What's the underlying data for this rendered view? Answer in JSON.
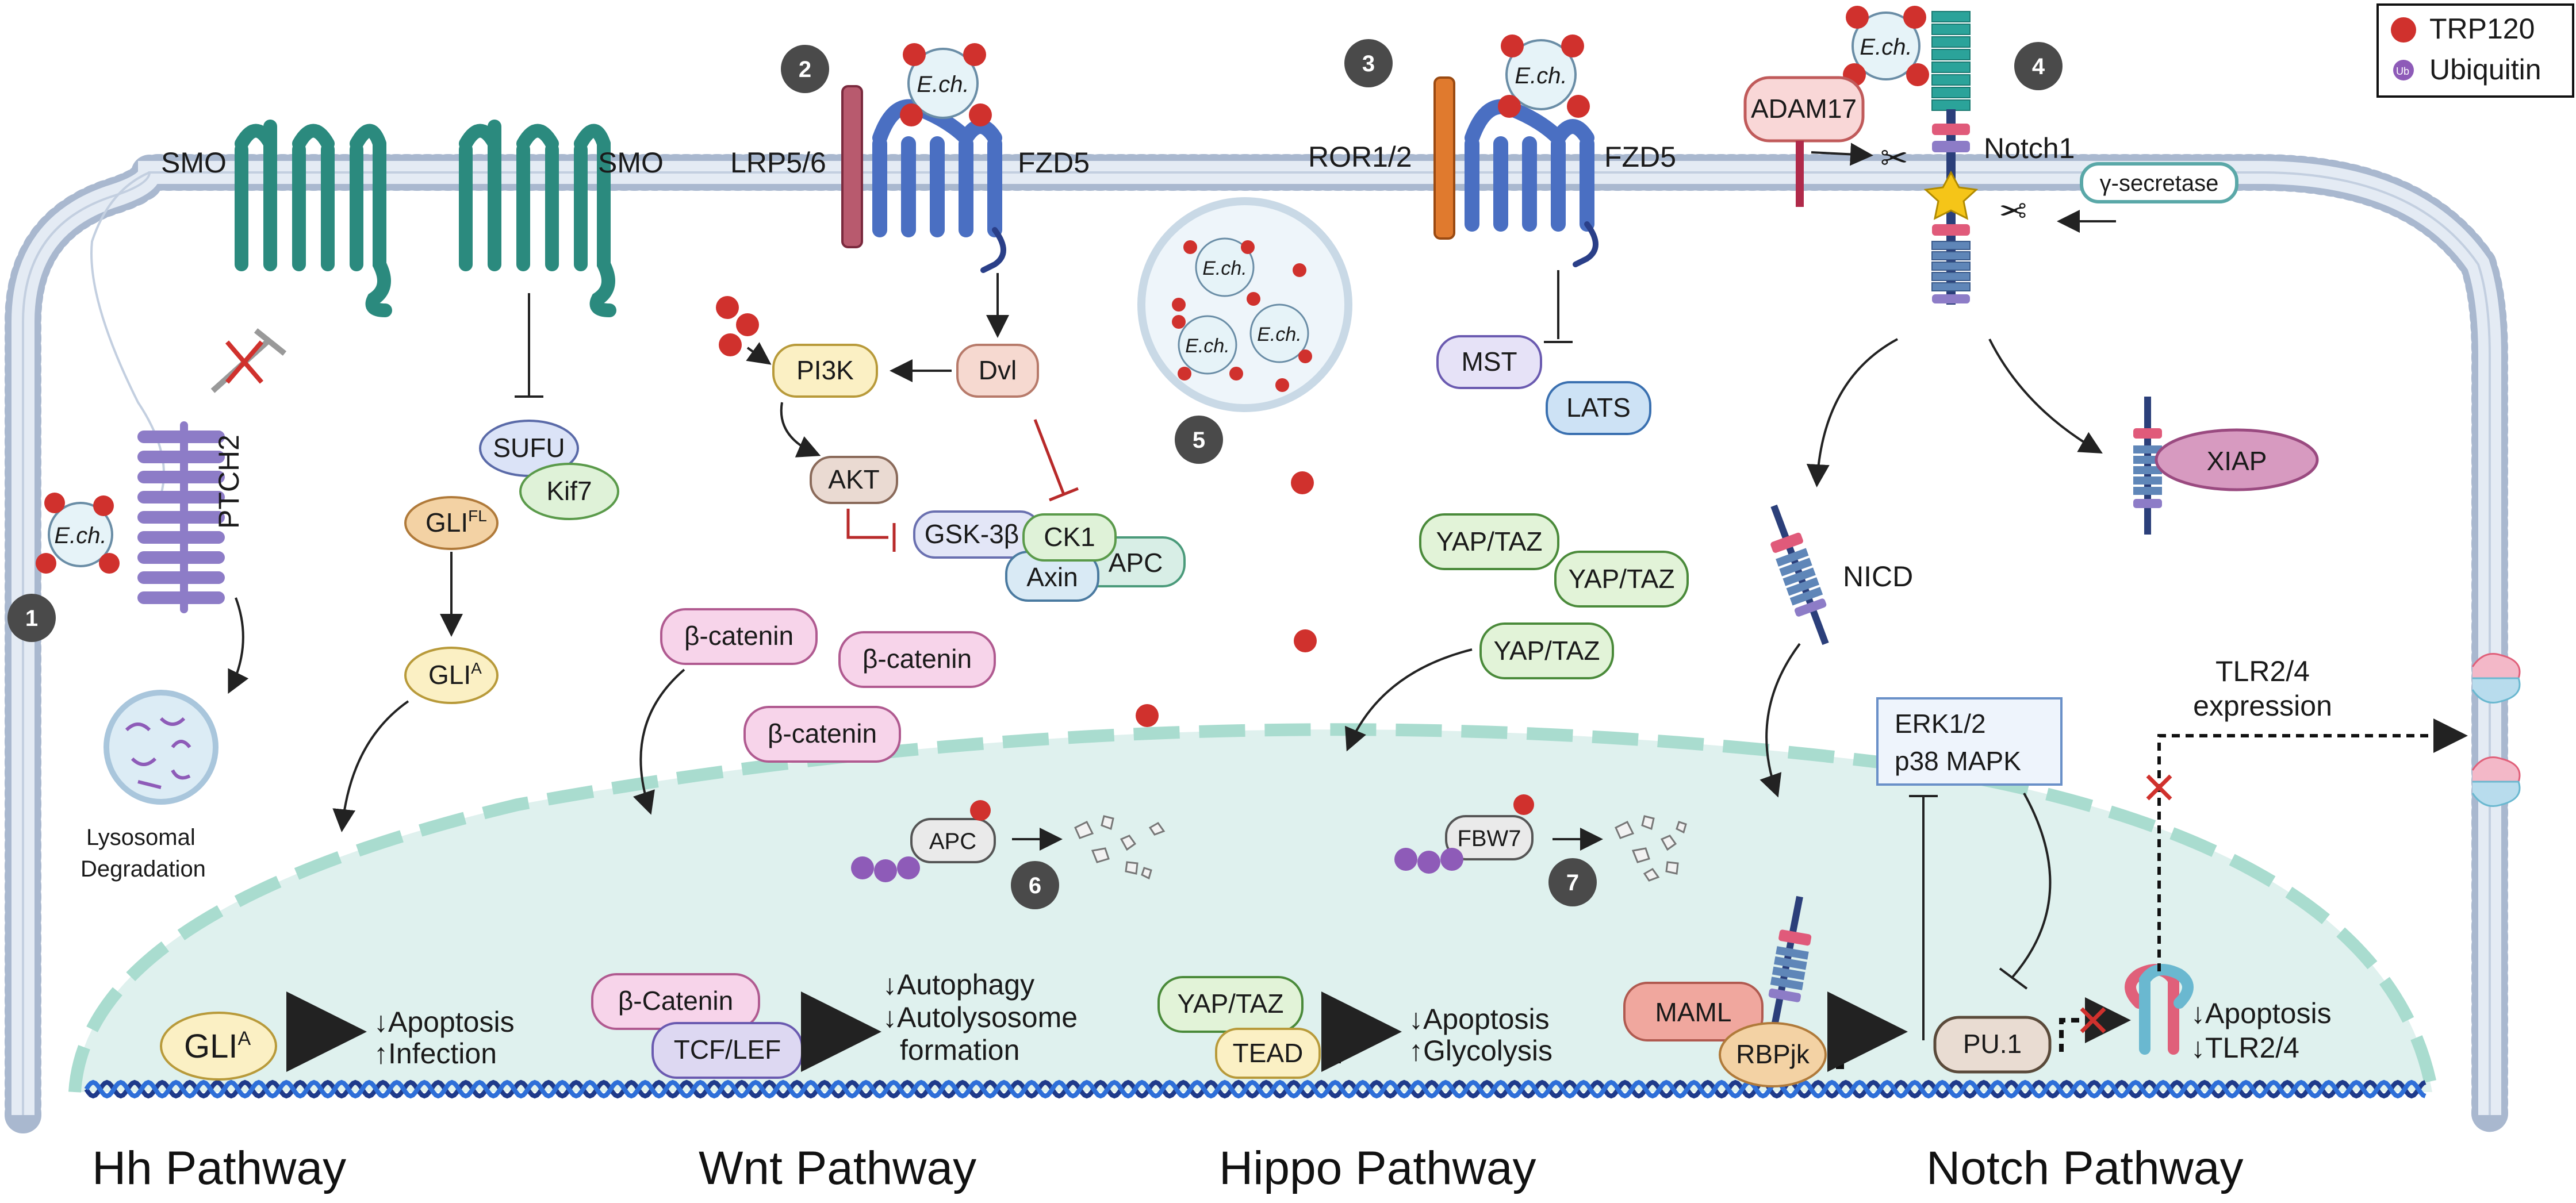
{
  "legend": {
    "trp120": "TRP120",
    "ubiquitin": "Ubiquitin",
    "ub_short": "Ub",
    "trp120_color": "#d0312d",
    "ubiquitin_color": "#8e5bb8"
  },
  "pathways": {
    "hh": "Hh Pathway",
    "wnt": "Wnt Pathway",
    "hippo": "Hippo Pathway",
    "notch": "Notch Pathway"
  },
  "steps": [
    "1",
    "2",
    "3",
    "4",
    "5",
    "6",
    "7"
  ],
  "pathogen": "E.ch.",
  "hh": {
    "smo": "SMO",
    "ptch2": "PTCH2",
    "sufu": "SUFU",
    "kif7": "Kif7",
    "gli_base": "GLI",
    "gli_fl_sup": "FL",
    "gli_a_sup": "A",
    "lysosomal": "Lysosomal",
    "degradation": "Degradation",
    "out_line1": "↓Apoptosis",
    "out_line2": "↑Infection"
  },
  "wnt": {
    "lrp": "LRP5/6",
    "fzd": "FZD5",
    "dvl": "Dvl",
    "pi3k": "PI3K",
    "akt": "AKT",
    "gsk": "GSK-3β",
    "ck1": "CK1",
    "axin": "Axin",
    "apc": "APC",
    "bcat": "β-catenin",
    "bcat_nuc": "β-Catenin",
    "tcf": "TCF/LEF",
    "out_line1": "↓Autophagy",
    "out_line2": "↓Autolysosome",
    "out_line3": "formation"
  },
  "hippo": {
    "ror": "ROR1/2",
    "fzd": "FZD5",
    "mst": "MST",
    "lats": "LATS",
    "yap": "YAP/TAZ",
    "tead": "TEAD",
    "fbw7": "FBW7",
    "out_line1": "↓Apoptosis",
    "out_line2": "↑Glycolysis"
  },
  "notch": {
    "adam17": "ADAM17",
    "notch1": "Notch1",
    "gamma": "γ-secretase",
    "xiap": "XIAP",
    "nicd": "NICD",
    "erk": "ERK1/2",
    "p38": "p38 MAPK",
    "maml": "MAML",
    "rbpjk": "RBPjk",
    "pu1": "PU.1",
    "tlr_line1": "TLR2/4",
    "tlr_line2": "expression",
    "out_line1": "↓Apoptosis",
    "out_line2": "↓TLR2/4"
  }
}
